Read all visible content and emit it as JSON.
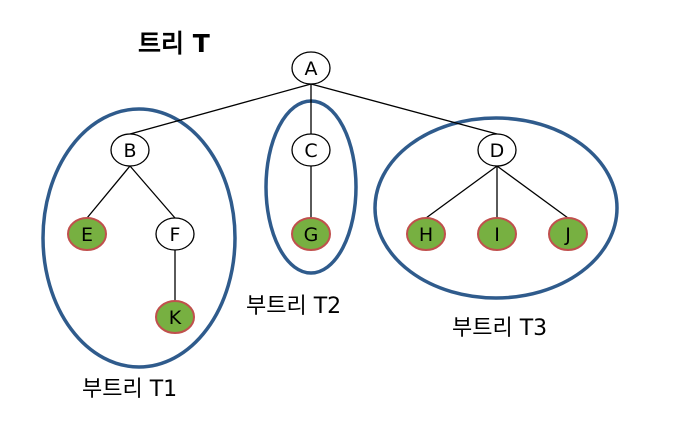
{
  "title": "트리 T",
  "colors": {
    "leaf_fill": "#77b041",
    "leaf_stroke": "#c0504d",
    "node_fill": "#ffffff",
    "node_stroke": "#000000",
    "subtree_ring": "#2f5b8c"
  },
  "nodes": {
    "A": {
      "label": "A",
      "leaf": false
    },
    "B": {
      "label": "B",
      "leaf": false
    },
    "C": {
      "label": "C",
      "leaf": false
    },
    "D": {
      "label": "D",
      "leaf": false
    },
    "E": {
      "label": "E",
      "leaf": true
    },
    "F": {
      "label": "F",
      "leaf": false
    },
    "G": {
      "label": "G",
      "leaf": true
    },
    "H": {
      "label": "H",
      "leaf": true
    },
    "I": {
      "label": "I",
      "leaf": true
    },
    "J": {
      "label": "J",
      "leaf": true
    },
    "K": {
      "label": "K",
      "leaf": true
    }
  },
  "edges": [
    [
      "A",
      "B"
    ],
    [
      "A",
      "C"
    ],
    [
      "A",
      "D"
    ],
    [
      "B",
      "E"
    ],
    [
      "B",
      "F"
    ],
    [
      "F",
      "K"
    ],
    [
      "C",
      "G"
    ],
    [
      "D",
      "H"
    ],
    [
      "D",
      "I"
    ],
    [
      "D",
      "J"
    ]
  ],
  "subtrees": [
    {
      "label": "부트리 T1"
    },
    {
      "label": "부트리 T2"
    },
    {
      "label": "부트리 T3"
    }
  ]
}
